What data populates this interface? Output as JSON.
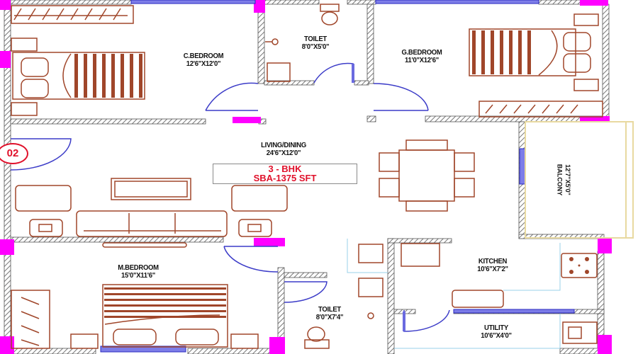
{
  "plan": {
    "type": "residential floor plan",
    "unit_tag": "02",
    "summary": {
      "config": "3 - BHK",
      "area": "SBA-1375 SFT"
    },
    "rooms": {
      "c_bedroom": {
        "name": "C.BEDROOM",
        "size": "12'6\"X12'0\""
      },
      "toilet_top": {
        "name": "TOILET",
        "size": "8'0\"X5'0\""
      },
      "g_bedroom": {
        "name": "G.BEDROOM",
        "size": "11'0\"X12'6\""
      },
      "living_dining": {
        "name": "LIVING/DINING",
        "size": "24'6\"X12'0\""
      },
      "balcony": {
        "name": "BALCONY",
        "size": "12'7\"X5'0\""
      },
      "m_bedroom": {
        "name": "M.BEDROOM",
        "size": "15'0\"X11'6\""
      },
      "kitchen": {
        "name": "KITCHEN",
        "size": "10'6\"X7'2\""
      },
      "toilet_bottom": {
        "name": "TOILET",
        "size": "8'0\"X7'4\""
      },
      "utility": {
        "name": "UTILITY",
        "size": "10'6\"X4'0\""
      }
    },
    "colors": {
      "wall_hatch": "#8c8c8c",
      "column": "#ff00ff",
      "furniture": "#a0462a",
      "door": "#3c3cc8",
      "window": "#6a6ae0",
      "summary_text": "#e0102a",
      "balcony_edge": "#e8d9a0"
    }
  }
}
